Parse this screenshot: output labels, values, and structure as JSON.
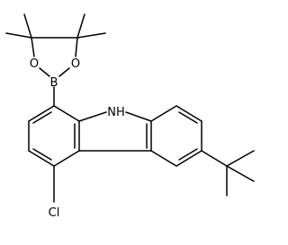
{
  "molecule": {
    "atoms": {
      "boron": "B",
      "oxygen_left": "O",
      "oxygen_right": "O",
      "nitrogen": "NH",
      "chlorine": "Cl"
    }
  }
}
